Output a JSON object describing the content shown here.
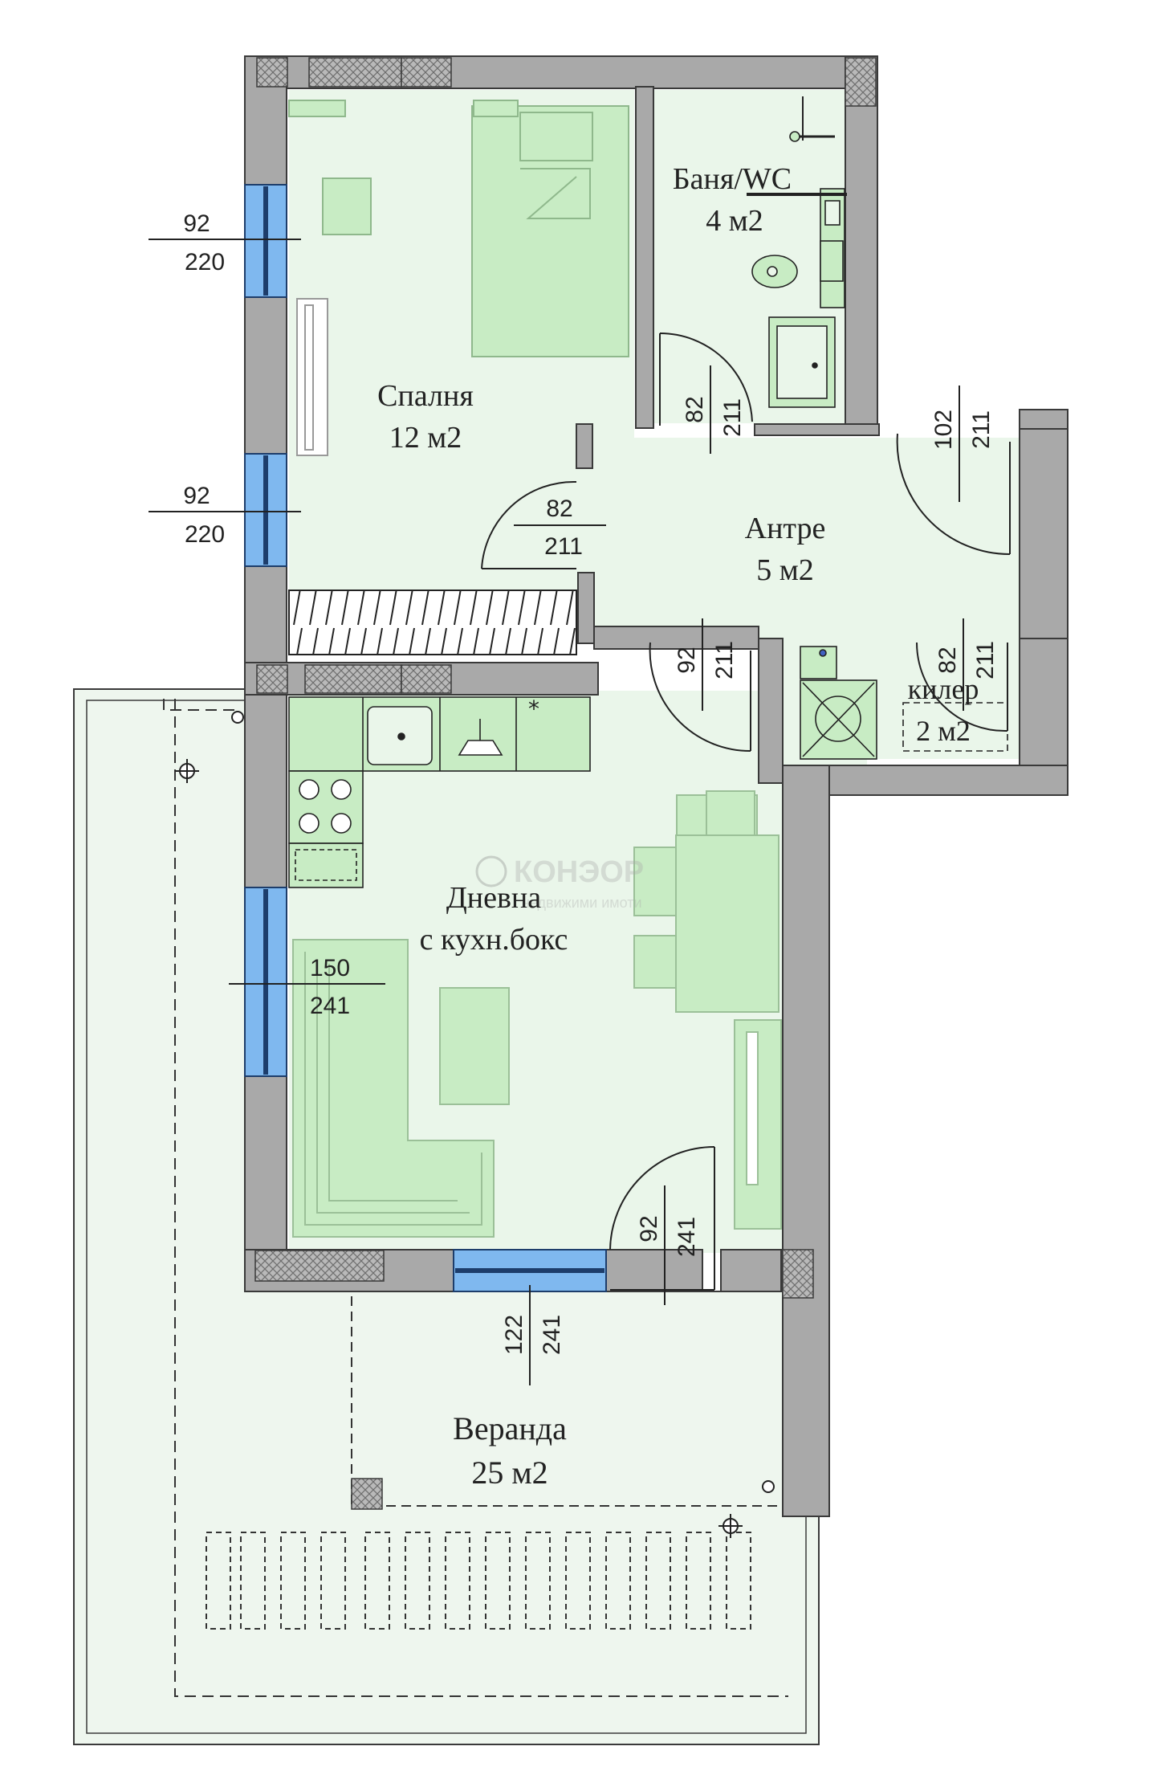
{
  "colors": {
    "floor": "#eaf6ea",
    "veranda": "#eef6ee",
    "furniture": "#c8ecc4",
    "wall": "#a9a9a9",
    "wall_edge": "#3a3a3a",
    "hatch": "#8a8a8a",
    "window": "#7fb8ef",
    "window_dark": "#1d3d6b"
  },
  "rooms": {
    "bedroom": {
      "name": "Спалня",
      "area": "12 м2"
    },
    "bathroom": {
      "name": "Баня/WC",
      "area": "4 м2"
    },
    "hall": {
      "name": "Антре",
      "area": "5 м2"
    },
    "pantry": {
      "name": "килер",
      "area": "2 м2"
    },
    "living": {
      "name": "Дневна",
      "name2": "с кухн.бокс"
    },
    "veranda": {
      "name": "Веранда",
      "area": "25 м2"
    }
  },
  "windows": {
    "bed_top": {
      "w": "92",
      "h": "220"
    },
    "bed_bottom": {
      "w": "92",
      "h": "220"
    },
    "living": {
      "w": "150",
      "h": "241"
    }
  },
  "doors": {
    "bath": {
      "w": "82",
      "h": "211"
    },
    "bedroom": {
      "w": "82",
      "h": "211"
    },
    "entrance": {
      "w": "102",
      "h": "211"
    },
    "living": {
      "w": "92",
      "h": "211"
    },
    "pantry": {
      "w": "82",
      "h": "211"
    },
    "veranda_small": {
      "w": "92",
      "h": "241"
    },
    "veranda_big": {
      "w": "122",
      "h": "241"
    }
  },
  "watermark": {
    "brand": "КОНЭОР",
    "sub": "недвижими имоти"
  },
  "icons": {
    "fridge": "snowflake-icon",
    "hood": "hood-icon",
    "outlet": "outlet-icon"
  }
}
